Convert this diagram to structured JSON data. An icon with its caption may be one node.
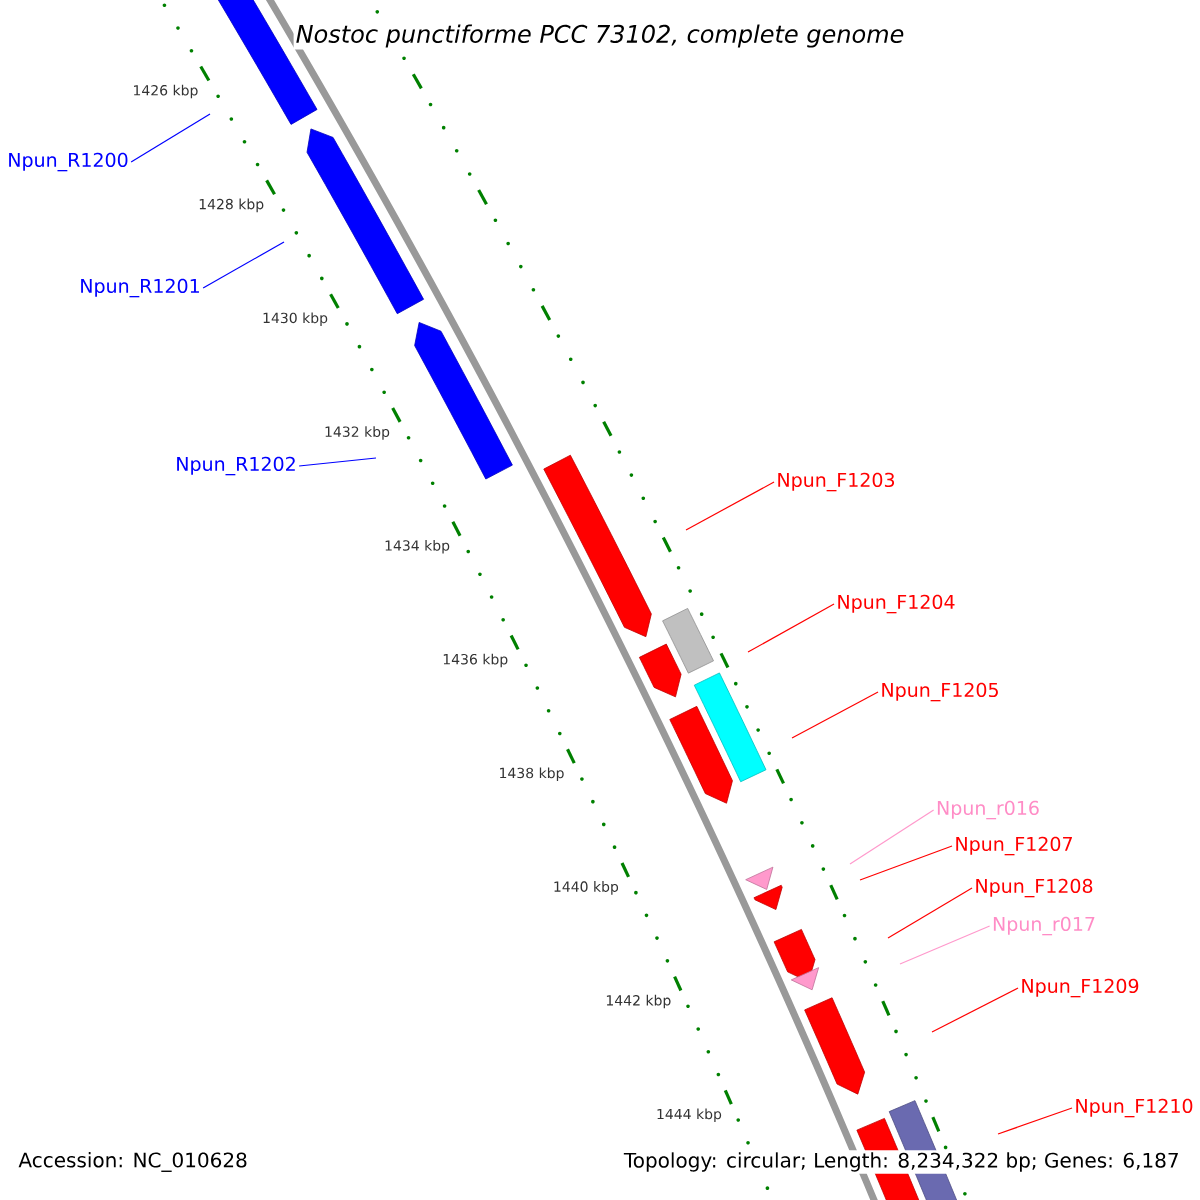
{
  "diagram": {
    "title": "Nostoc punctiforme PCC 73102, complete genome",
    "nodes": [
      {
        "text": [
          "Npun_R1200"
        ]
      },
      {
        "text": [
          "Npun_R1201"
        ]
      },
      {
        "text": [
          "Npun_R1202"
        ]
      },
      {
        "text": [
          "Npun_F1203"
        ]
      },
      {
        "text": [
          "Npun_F1204"
        ]
      },
      {
        "text": [
          "Npun_F1205"
        ]
      },
      {
        "text": [
          "Npun_r016"
        ]
      },
      {
        "text": [
          "Npun_F1207"
        ]
      },
      {
        "text": [
          "Npun_F1208"
        ]
      },
      {
        "text": [
          "Npun_r017"
        ]
      },
      {
        "text": [
          "Npun_F1209"
        ]
      },
      {
        "text": [
          "Npun_F1210"
        ]
      }
    ],
    "edges": [
      {
        "from": 0,
        "to": null,
        "arrow": "none",
        "color": "#0000ff"
      },
      {
        "from": 1,
        "to": null,
        "arrow": "none",
        "color": "#0000ff"
      },
      {
        "from": 2,
        "to": null,
        "arrow": "none",
        "color": "#0000ff"
      },
      {
        "from": 3,
        "to": null,
        "arrow": "none"
      },
      {
        "from": 4,
        "to": null,
        "arrow": "none"
      },
      {
        "from": 5,
        "to": null,
        "arrow": "none"
      },
      {
        "from": 6,
        "to": null,
        "arrow": "none",
        "color": "#ff99cc"
      },
      {
        "from": 7,
        "to": null,
        "arrow": "none"
      },
      {
        "from": 8,
        "to": null,
        "arrow": "none"
      },
      {
        "from": 9,
        "to": null,
        "arrow": "none",
        "color": "#ff99cc"
      },
      {
        "from": 10,
        "to": null,
        "arrow": "none"
      },
      {
        "from": 11,
        "to": null,
        "arrow": "none"
      }
    ],
    "labels": [
      "1426 kbp",
      "1428 kbp",
      "1430 kbp",
      "1432 kbp",
      "1434 kbp",
      "1436 kbp",
      "1438 kbp",
      "1440 kbp",
      "1442 kbp",
      "1444 kbp",
      "Accession: NC_010628",
      "Topology: circular; Length: 8,234,322 bp; Genes: 6,187"
    ]
  }
}
